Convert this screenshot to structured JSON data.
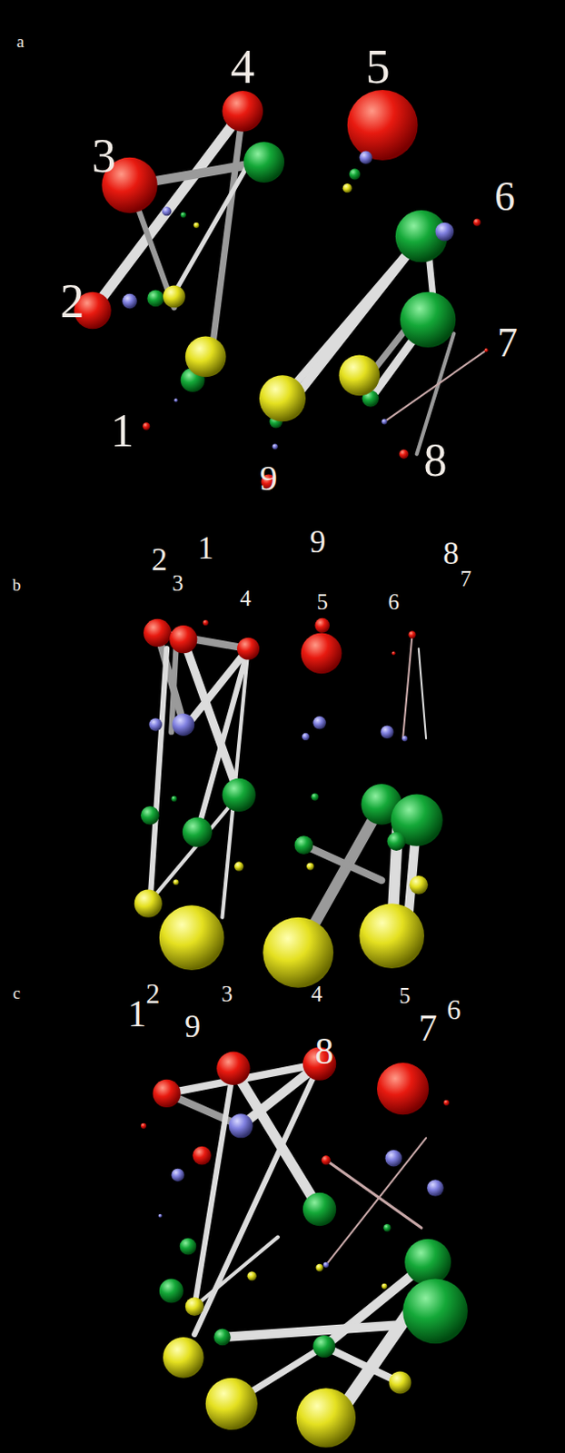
{
  "diagram": {
    "labels": [
      "a",
      "4",
      "5",
      "3",
      "6",
      "2",
      "7",
      "1",
      "8",
      "9",
      "1",
      "9",
      "2",
      "8",
      "b",
      "3",
      "7",
      "4",
      "5",
      "6",
      "2",
      "3",
      "4",
      "5",
      "6",
      "c",
      "1",
      "7",
      "9",
      "8"
    ]
  }
}
